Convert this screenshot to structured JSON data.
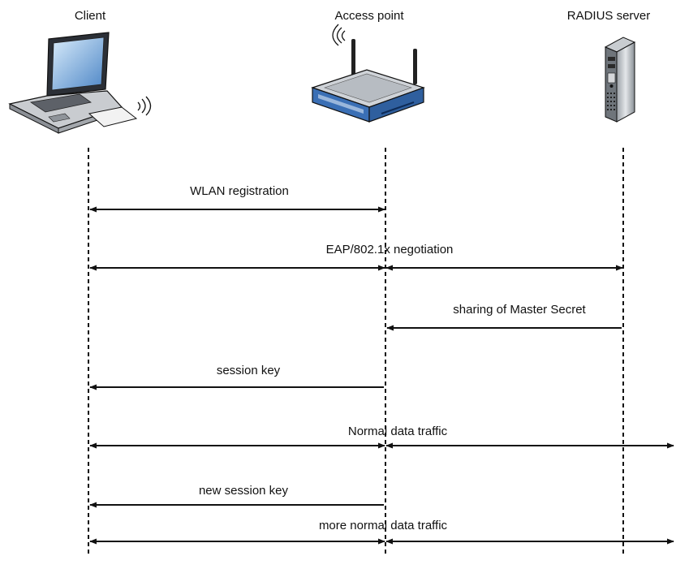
{
  "actors": [
    {
      "id": "client",
      "label": "Client",
      "icon": "laptop-icon"
    },
    {
      "id": "ap",
      "label": "Access point",
      "icon": "router-icon"
    },
    {
      "id": "radius",
      "label": "RADIUS server",
      "icon": "server-icon"
    }
  ],
  "messages": [
    {
      "label": "WLAN registration",
      "from": "client",
      "to": "ap",
      "heads": "both"
    },
    {
      "label": "EAP/802.1x negotiation",
      "from": "client",
      "to": "radius",
      "heads": "both"
    },
    {
      "label": "sharing of Master Secret",
      "from": "radius",
      "to": "ap",
      "heads": "end"
    },
    {
      "label": "session key",
      "from": "ap",
      "to": "client",
      "heads": "end"
    },
    {
      "label": "Normal data traffic",
      "from": "client",
      "to": "beyond",
      "heads": "both"
    },
    {
      "label": "new session key",
      "from": "ap",
      "to": "client",
      "heads": "end"
    },
    {
      "label": "more normal data traffic",
      "from": "client",
      "to": "beyond",
      "heads": "both"
    }
  ],
  "colors": {
    "line": "#111111",
    "router_blue": "#3a6fb5",
    "router_grey": "#cfd3d8"
  }
}
